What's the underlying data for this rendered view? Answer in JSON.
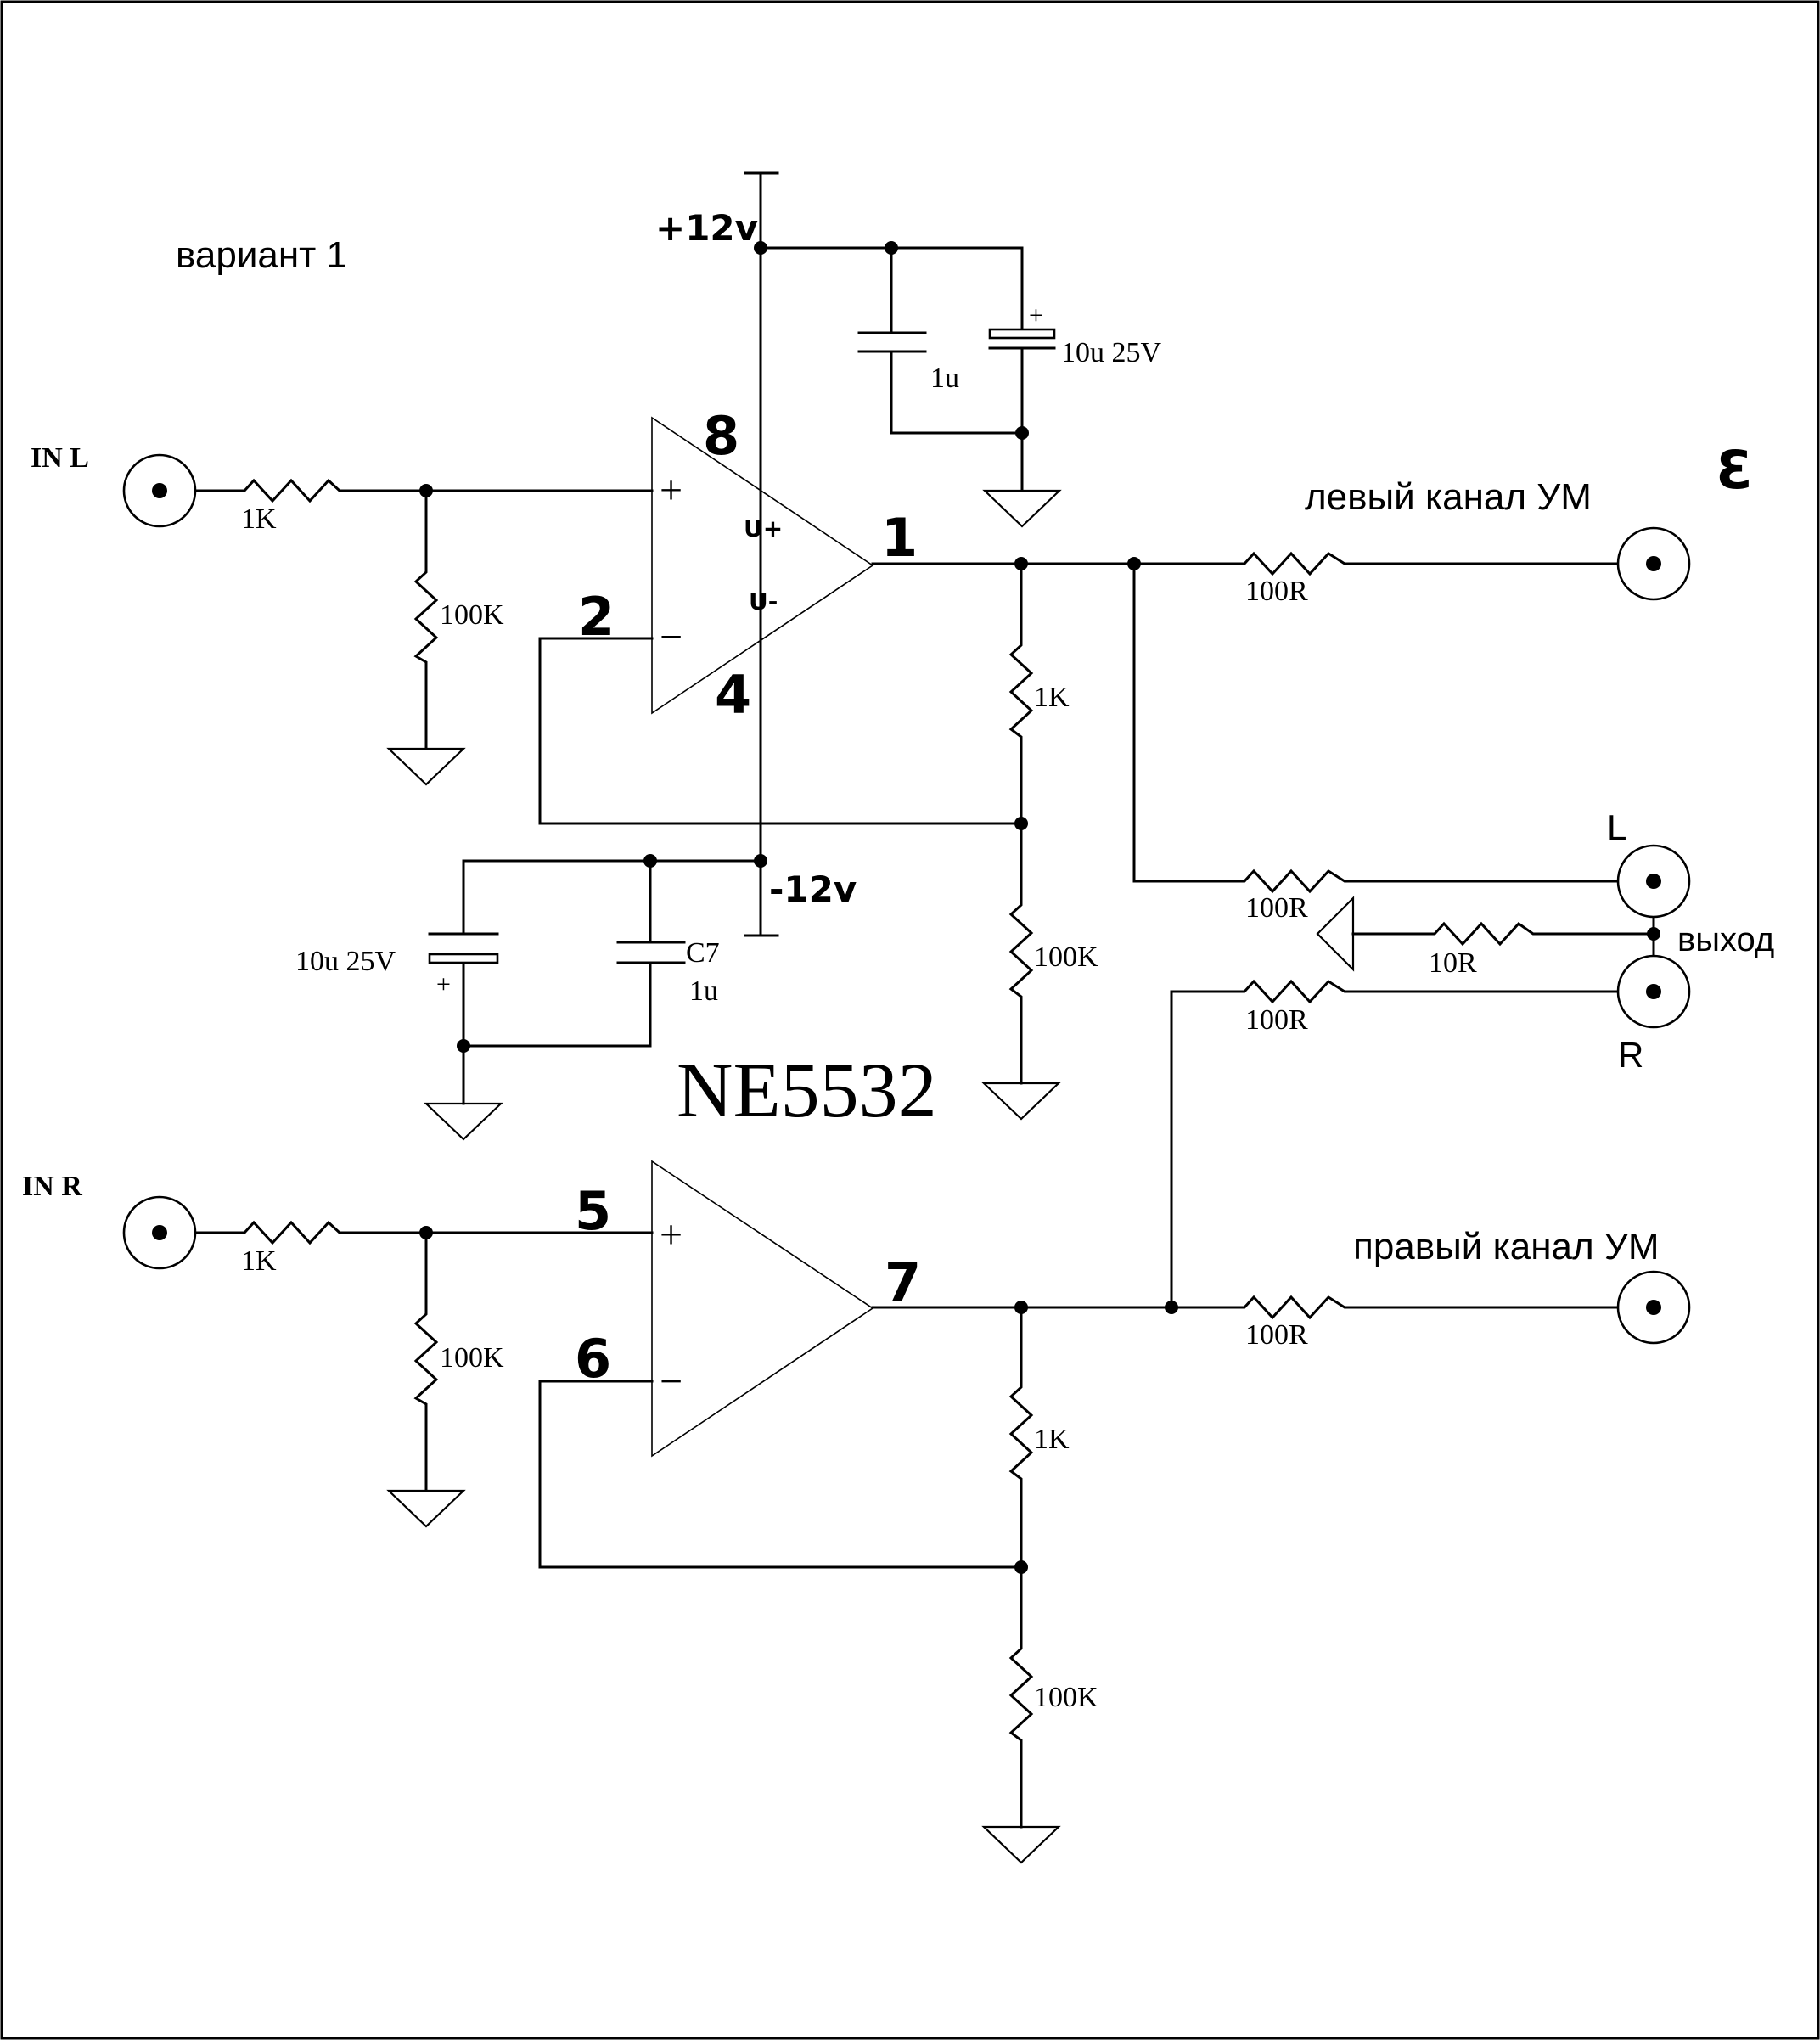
{
  "title": "вариант 1",
  "chip": "NE5532",
  "power": {
    "pos": "+12v",
    "neg": "-12v",
    "vpos": "U+",
    "vneg": "U-"
  },
  "inputs": {
    "left": "IN L",
    "right": "IN R"
  },
  "outputs": {
    "left_amp": "левый канал УМ",
    "right_amp": "правый канал УМ",
    "out": "выход",
    "L": "L",
    "R": "R"
  },
  "pins": {
    "p1": "1",
    "p2": "2",
    "p3": "3",
    "p4": "4",
    "p5": "5",
    "p6": "6",
    "p7": "7",
    "p8": "8"
  },
  "components": {
    "r_in_l": "1K",
    "r_pd_l": "100K",
    "r_fb_l": "1K",
    "r_gnd_l": "100K",
    "r_out_l": "100R",
    "r_mix_l": "100R",
    "r_in_r": "1K",
    "r_pd_r": "100K",
    "r_fb_r": "1K",
    "r_gnd_r": "100K",
    "r_out_r": "100R",
    "r_mix_r": "100R",
    "r_out": "10R",
    "c_pos_film": "1u",
    "c_pos_el": "10u 25V",
    "c_neg_el": "10u 25V",
    "c_neg_film_name": "C7",
    "c_neg_film": "1u",
    "el_plus": "+"
  },
  "opamp_signs": {
    "plus": "+",
    "minus": "−"
  }
}
